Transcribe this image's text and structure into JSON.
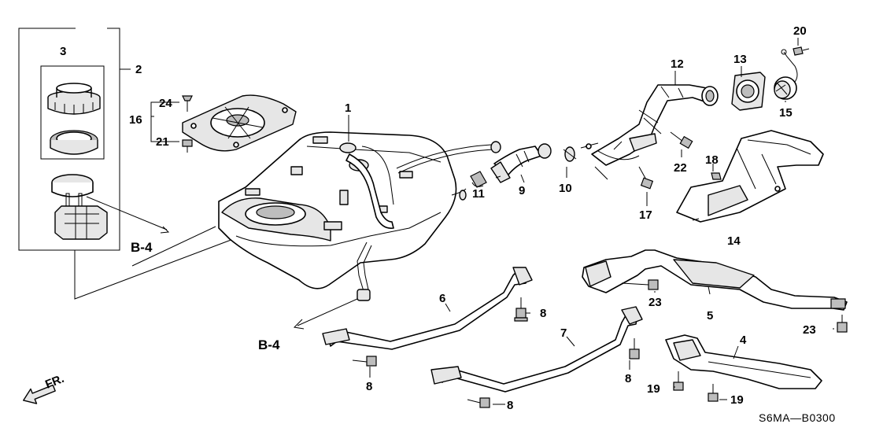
{
  "callouts": {
    "c1": "1",
    "c2": "2",
    "c3": "3",
    "c4": "4",
    "c5": "5",
    "c6": "6",
    "c7": "7",
    "c8a": "8",
    "c8b": "8",
    "c8c": "8",
    "c8d": "8",
    "c9": "9",
    "c10": "10",
    "c11": "11",
    "c12": "12",
    "c13": "13",
    "c14": "14",
    "c15": "15",
    "c16": "16",
    "c17": "17",
    "c18": "18",
    "c19a": "19",
    "c19b": "19",
    "c20": "20",
    "c21": "21",
    "c22": "22",
    "c23a": "23",
    "c23b": "23",
    "c24": "24"
  },
  "refs": {
    "b4_upper": "B-4",
    "b4_lower": "B-4"
  },
  "front_label": "FR.",
  "diagram_code": "S6MA—B0300"
}
